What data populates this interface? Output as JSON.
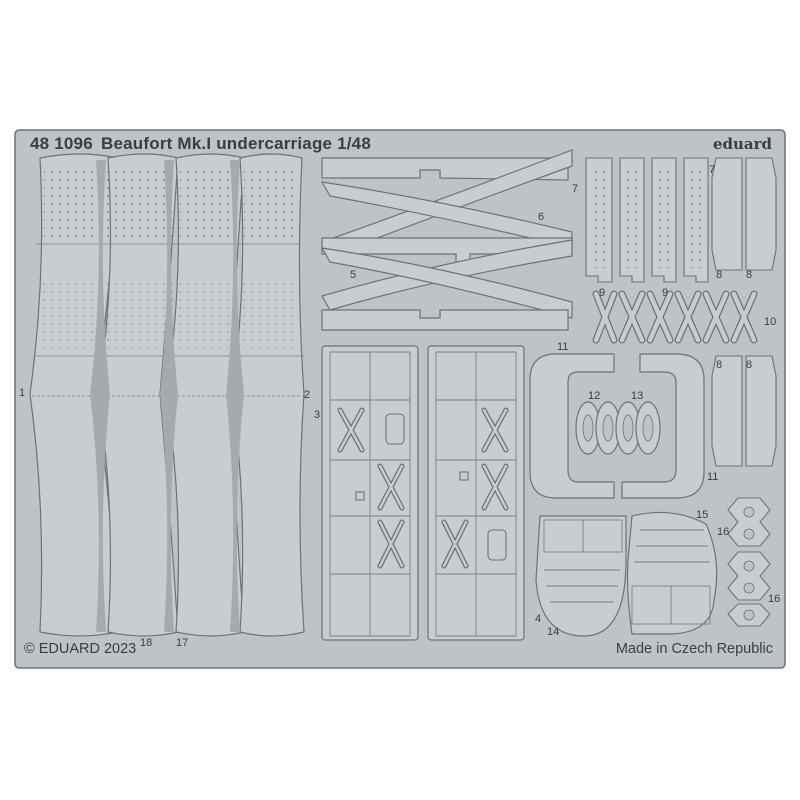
{
  "header": {
    "code": "48 1096",
    "title": "Beaufort Mk.I undercarriage 1/48",
    "brand": "eduard"
  },
  "footer": {
    "copyright": "© EDUARD 2023",
    "origin": "Made in Czech Republic"
  },
  "part_numbers": [
    "1",
    "2",
    "3",
    "4",
    "5",
    "6",
    "7",
    "7",
    "8",
    "8",
    "8",
    "8",
    "9",
    "9",
    "10",
    "11",
    "11",
    "12",
    "13",
    "14",
    "15",
    "16",
    "16",
    "17",
    "18"
  ],
  "colors": {
    "fret": "#bfc2c6",
    "part": "#c9ccd0",
    "outline": "#6e7277",
    "gate": "#a6a9ad",
    "text": "#3a3d41"
  }
}
